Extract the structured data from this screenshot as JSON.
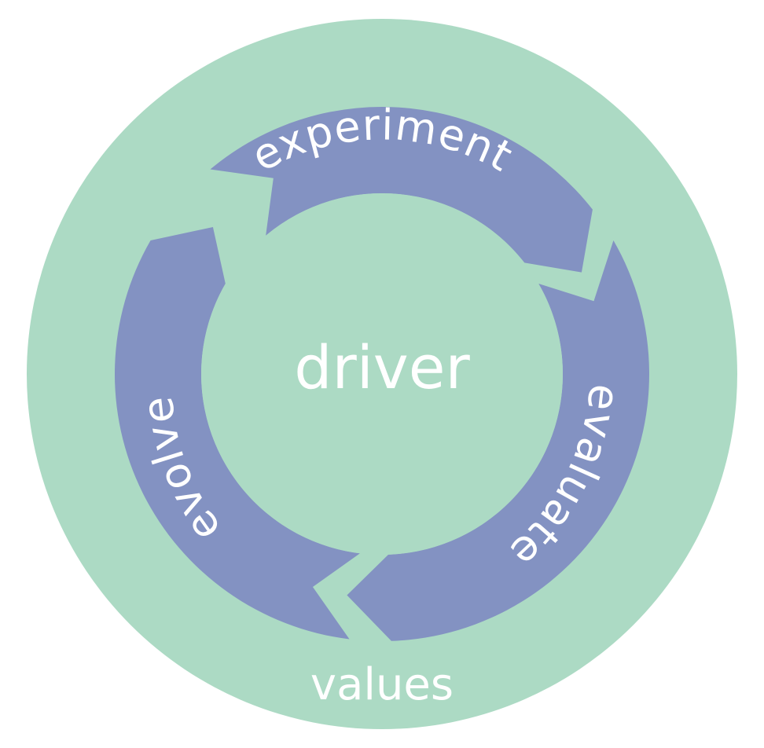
{
  "diagram": {
    "center_label": "driver",
    "outer_label": "values",
    "cycle_labels": {
      "top": "experiment",
      "right": "evaluate",
      "left": "evolve"
    },
    "colors": {
      "outer_disc": "#acdac4",
      "inner_disc": "#acdac4",
      "arrow_band": "#8392c2",
      "text": "#ffffff",
      "background": "#ffffff"
    }
  }
}
